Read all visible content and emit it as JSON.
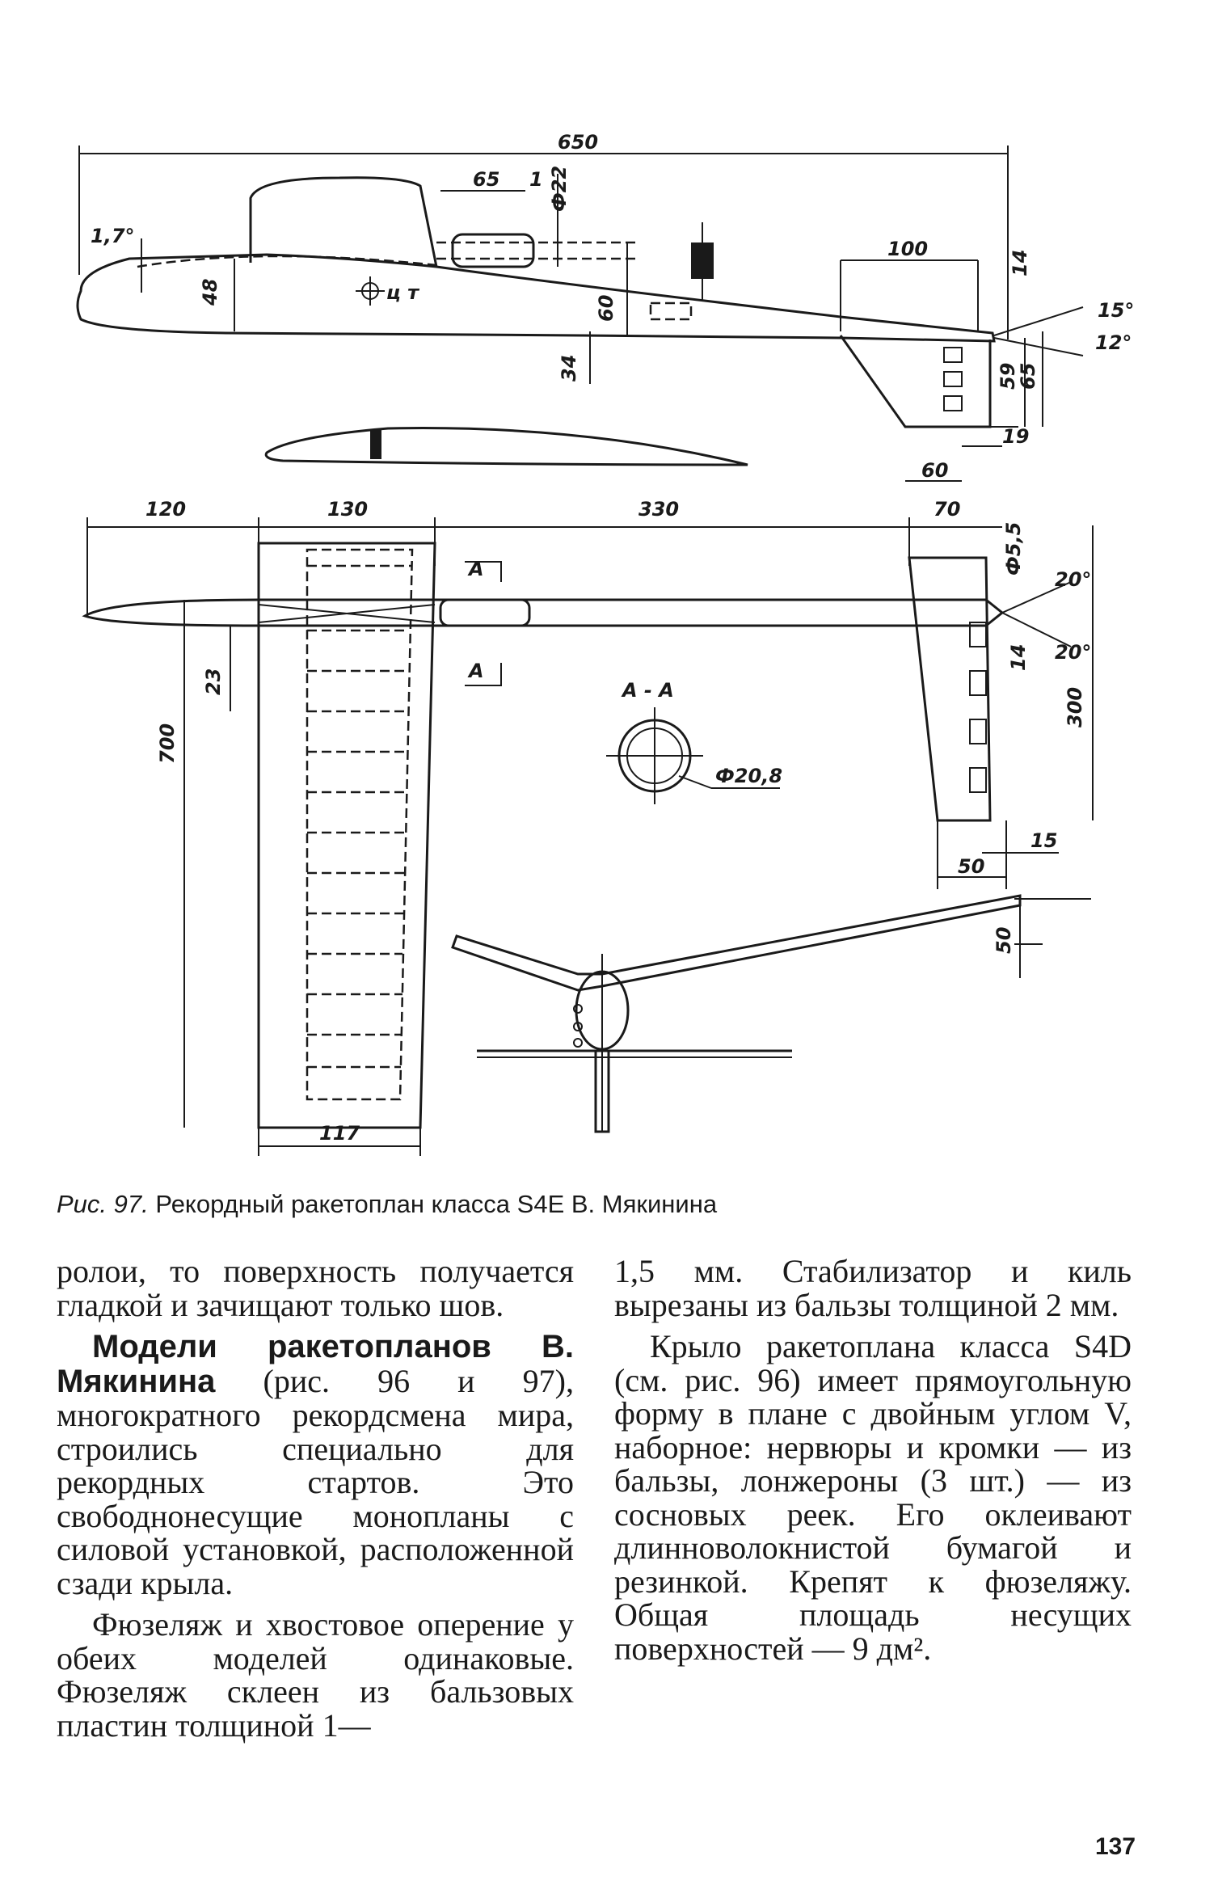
{
  "figure": {
    "dims_side": {
      "total": "650",
      "d65": "65",
      "d1": "1",
      "phi22": "Ф22",
      "angle17": "1,7°",
      "d48": "48",
      "cm": "ц т",
      "d60": "60",
      "d34": "34",
      "d100": "100",
      "d14": "14",
      "a15": "15°",
      "a12": "12°",
      "d59": "59",
      "d65b": "65",
      "d19": "19",
      "d60b": "60"
    },
    "dims_top": {
      "d120": "120",
      "d130": "130",
      "d330": "330",
      "d70": "70",
      "phi55": "Ф5,5",
      "a20a": "20°",
      "a20b": "20°",
      "d14": "14",
      "d300": "300",
      "d15": "15",
      "d50": "50",
      "d23": "23",
      "d700": "700",
      "d117": "117",
      "sec_a1": "A",
      "sec_a2": "A",
      "section_label": "A - A",
      "phi208": "Ф20,8"
    },
    "dims_front": {
      "d50": "50"
    }
  },
  "caption": {
    "figure_ref": "Рис. 97.",
    "text": "Рекордный ракетоплан класса S4E В. Мякинина"
  },
  "body": {
    "left": {
      "p1": "ролои, то поверхность получается гладкой и зачищают только шов.",
      "p2_bold": "Модели ракетопланов В. Мякинина",
      "p2_rest": " (рис. 96 и 97), многократного рекордсмена мира, строились специально для рекордных стартов. Это свободнонесущие монопланы с силовой установкой, расположенной сзади крыла.",
      "p3": "Фюзеляж и хвостовое оперение у обеих моделей одинаковые. Фюзеляж склеен из бальзовых пластин толщиной 1—"
    },
    "right": {
      "p1": "1,5 мм. Стабилизатор и киль вырезаны из бальзы толщиной 2 мм.",
      "p2": "Крыло ракетоплана класса S4D (см. рис. 96) имеет прямоугольную форму в плане с двойным углом V, наборное: нервюры и кромки — из бальзы, лонжероны (3 шт.) — из сосновых реек. Его оклеивают длинноволокнистой бумагой и резинкой. Крепят к фюзеляжу. Общая площадь несущих поверхностей — 9 дм²."
    }
  },
  "page_number": "137"
}
